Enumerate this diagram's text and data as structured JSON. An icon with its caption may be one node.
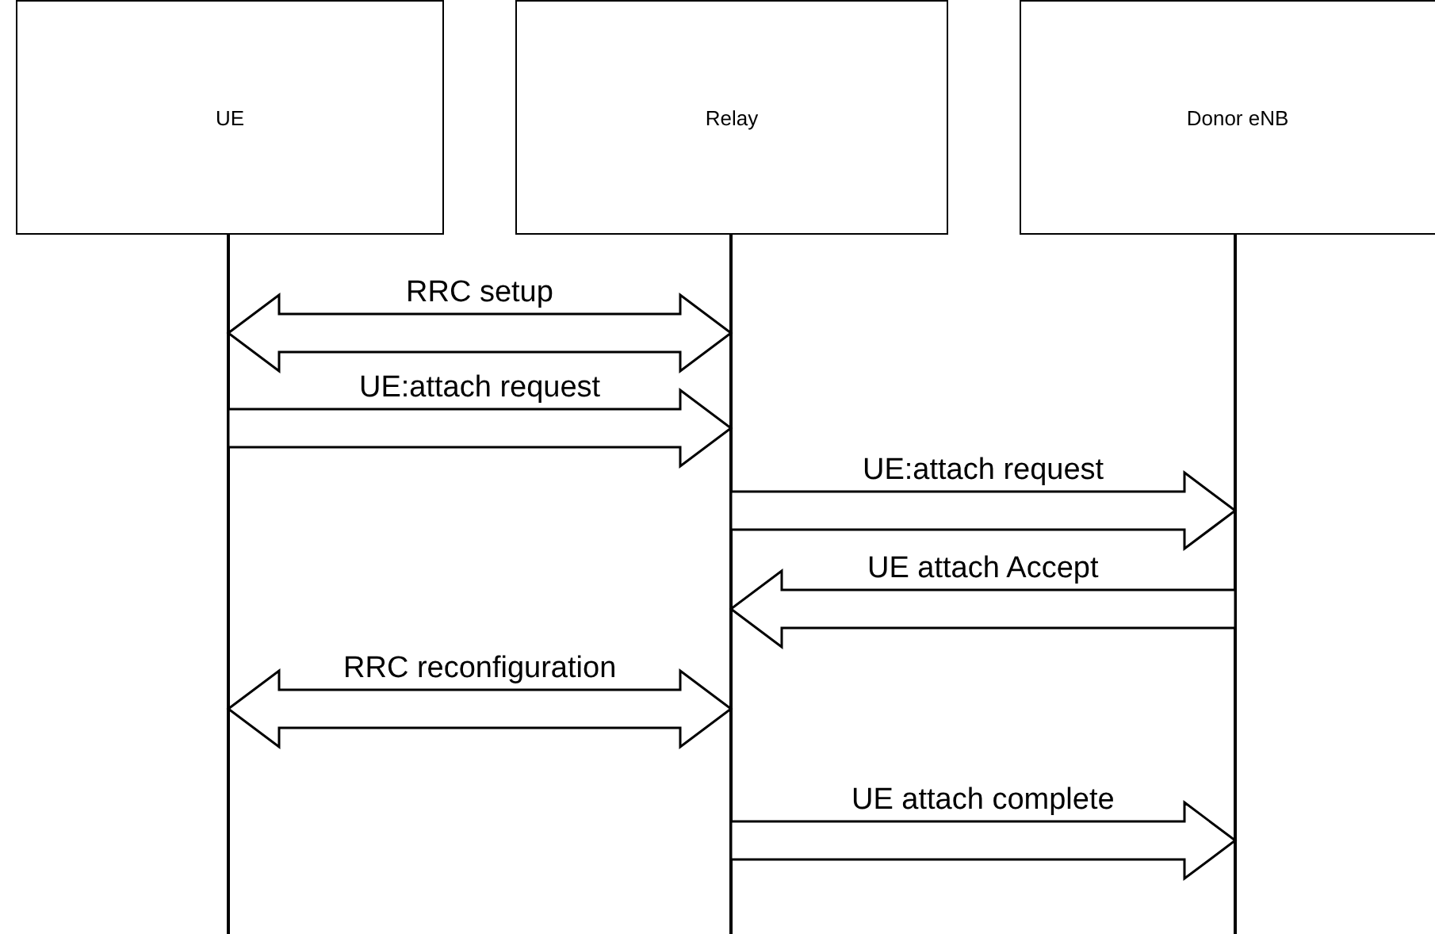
{
  "diagram": {
    "nodes": [
      {
        "text": [
          "UE"
        ]
      },
      {
        "text": [
          "Relay"
        ]
      },
      {
        "text": [
          "Donor eNB"
        ]
      }
    ],
    "edges": [
      {
        "from": 0,
        "to": 1,
        "arrow": "both",
        "label": "RRC setup"
      },
      {
        "from": 0,
        "to": 1,
        "arrow": "to",
        "label": "UE:attach request"
      },
      {
        "from": 1,
        "to": 2,
        "arrow": "to",
        "label": "UE:attach request"
      },
      {
        "from": 2,
        "to": 1,
        "arrow": "to",
        "label": "UE attach Accept"
      },
      {
        "from": 0,
        "to": 1,
        "arrow": "both",
        "label": "RRC reconfiguration"
      },
      {
        "from": 1,
        "to": 2,
        "arrow": "to",
        "label": "UE attach complete"
      }
    ]
  }
}
